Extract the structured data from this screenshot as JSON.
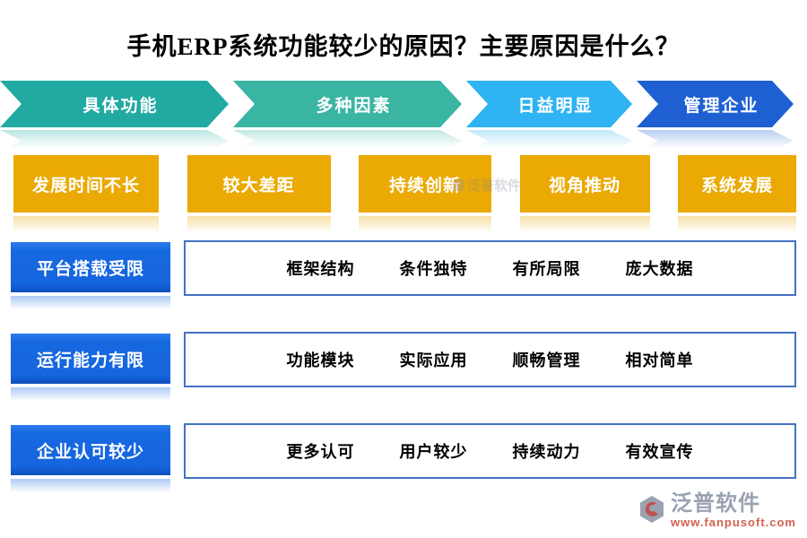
{
  "title": "手机ERP系统功能较少的原因？主要原因是什么？",
  "banner": {
    "segments": [
      {
        "label": "具体功能",
        "color": "#21aaa1"
      },
      {
        "label": "多种因素",
        "color": "#3bb5a3"
      },
      {
        "label": "日益明显",
        "color": "#2fb3f2"
      },
      {
        "label": "管理企业",
        "color": "#1e60d2"
      }
    ]
  },
  "factors": [
    {
      "label": "发展时间不长"
    },
    {
      "label": "较大差距"
    },
    {
      "label": "持续创新"
    },
    {
      "label": "视角推动"
    },
    {
      "label": "系统发展"
    }
  ],
  "rows": [
    {
      "label": "平台搭载受限",
      "items": [
        "框架结构",
        "条件独特",
        "有所局限",
        "庞大数据"
      ]
    },
    {
      "label": "运行能力有限",
      "items": [
        "功能模块",
        "实际应用",
        "顺畅管理",
        "相对简单"
      ]
    },
    {
      "label": "企业认可较少",
      "items": [
        "更多认可",
        "用户较少",
        "持续动力",
        "有效宣传"
      ]
    }
  ],
  "watermark": {
    "brand": "泛普软件"
  },
  "footer": {
    "brand": "泛普软件",
    "url": "www.fanpusoft.com"
  },
  "colors": {
    "teal_segment": "#21aaa1",
    "green_teal_segment": "#3bb5a3",
    "light_blue_segment": "#2fb3f2",
    "blue_segment": "#1e60d2",
    "factor_gold": "#eaa903",
    "reason_label_blue": "#1565df",
    "reason_box_border": "#4472c4",
    "brand_gray": "#9aa2b2",
    "url_red": "#d2604f",
    "title_black": "#000000"
  }
}
